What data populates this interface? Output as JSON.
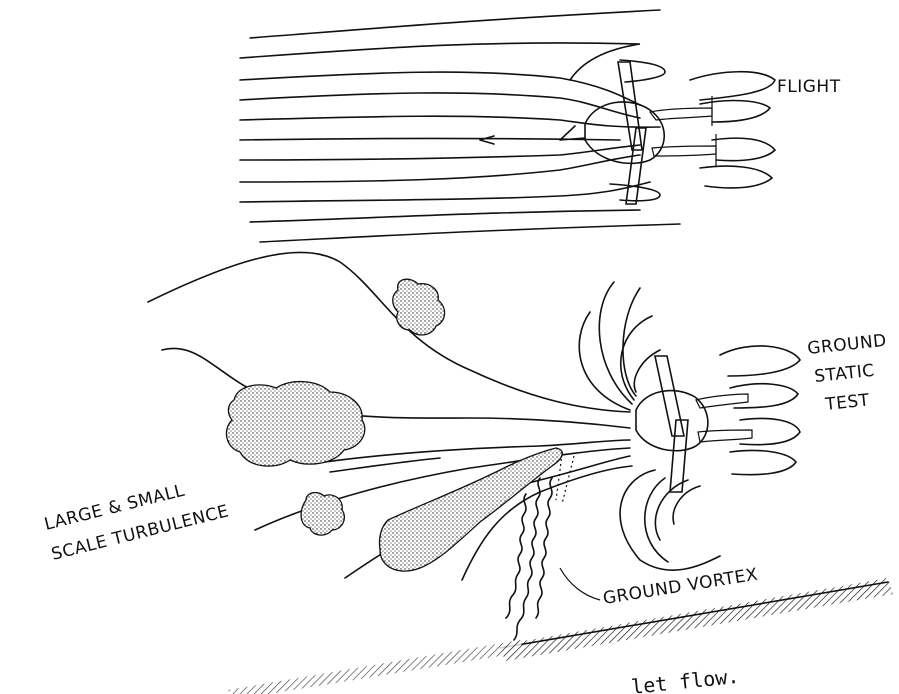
{
  "labels": {
    "flight": "FLIGHT",
    "ground_line1": "GROUND",
    "ground_line2": "STATIC",
    "ground_line3": "TEST",
    "turb_line1": "LARGE & SMALL",
    "turb_line2": "SCALE TURBULENCE",
    "vortex": "GROUND VORTEX",
    "caption_fragment": "let flow."
  }
}
